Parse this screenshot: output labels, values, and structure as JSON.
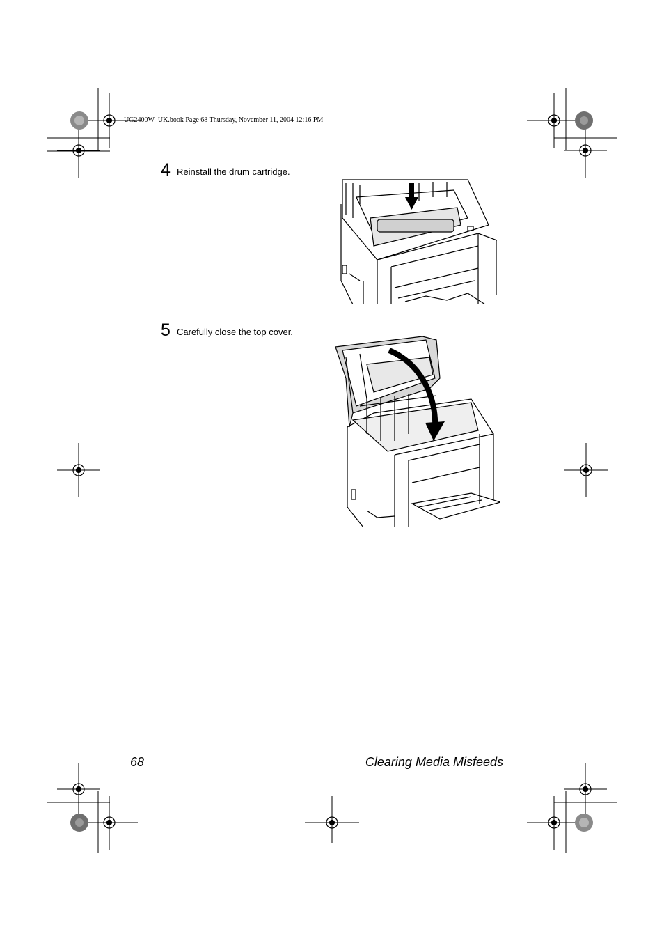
{
  "slug": "UG2400W_UK.book  Page 68  Thursday, November 11, 2004  12:16 PM",
  "steps": [
    {
      "number": "4",
      "text": "Reinstall the drum cartridge."
    },
    {
      "number": "5",
      "text": "Carefully close the top cover."
    }
  ],
  "footer": {
    "page_number": "68",
    "section_title": "Clearing Media Misfeeds"
  }
}
